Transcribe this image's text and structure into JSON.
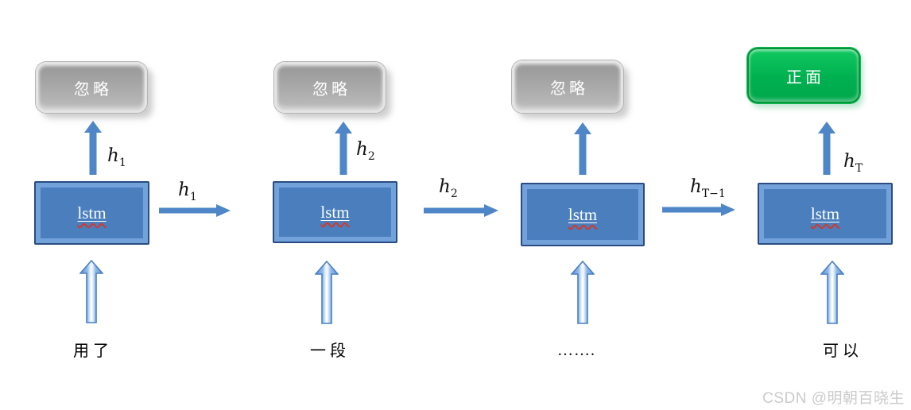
{
  "watermark": "CSDN @明朝百晓生",
  "colors": {
    "lstm_fill": "#4a7ebd",
    "lstm_border": "#2a4c82",
    "arrow_blue": "#4e86c8",
    "ignore_gray": "#a8a8a8",
    "positive_green": "#00b050"
  },
  "columns": [
    {
      "output_label": "忽略",
      "output_type": "ignore",
      "h_up": {
        "base": "h",
        "sub": "1"
      },
      "lstm_label": "lstm",
      "h_right": {
        "base": "h",
        "sub": "1"
      },
      "input_label": "用了"
    },
    {
      "output_label": "忽略",
      "output_type": "ignore",
      "h_up": {
        "base": "h",
        "sub": "2"
      },
      "lstm_label": "lstm",
      "h_right": {
        "base": "h",
        "sub": "2"
      },
      "input_label": "一段"
    },
    {
      "output_label": "忽略",
      "output_type": "ignore",
      "lstm_label": "lstm",
      "h_right": {
        "base": "h",
        "sub": "T−1"
      },
      "input_label": "……."
    },
    {
      "output_label": "正面",
      "output_type": "positive",
      "h_up": {
        "base": "h",
        "sub": "T"
      },
      "lstm_label": "lstm",
      "input_label": "可以"
    }
  ]
}
